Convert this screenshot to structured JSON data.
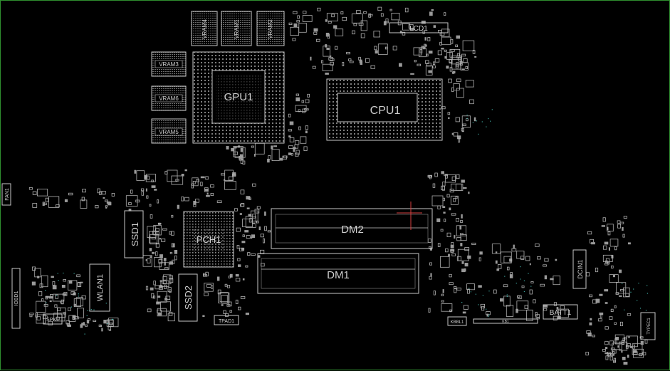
{
  "labels": {
    "gpu": "GPU1",
    "cpu": "CPU1",
    "pch": "PCH1",
    "dm1": "DM1",
    "dm2": "DM2",
    "ssd1": "SSD1",
    "ssd2": "SSD2",
    "wlan": "WLAN1",
    "fan": "FAN1",
    "io": "IOBD1",
    "spk": "SPK1",
    "tpad": "TPAD1",
    "lcd": "LCD1",
    "batt": "BATT1",
    "dcin": "DCIN1",
    "kbbl": "KBBL1",
    "kb": "KB1",
    "typec": "TYPEC1",
    "vram1": "VRAM1",
    "vram2": "VRAM2",
    "vram3": "VRAM3",
    "vram4": "VRAM4",
    "vram5": "VRAM5",
    "vram6": "VRAM6"
  },
  "colors": {
    "background": "#000000",
    "outline": "#c8c8c8",
    "frame": "#2f8f2f",
    "cursor": "#d94040",
    "via": "#3fa8a0"
  }
}
